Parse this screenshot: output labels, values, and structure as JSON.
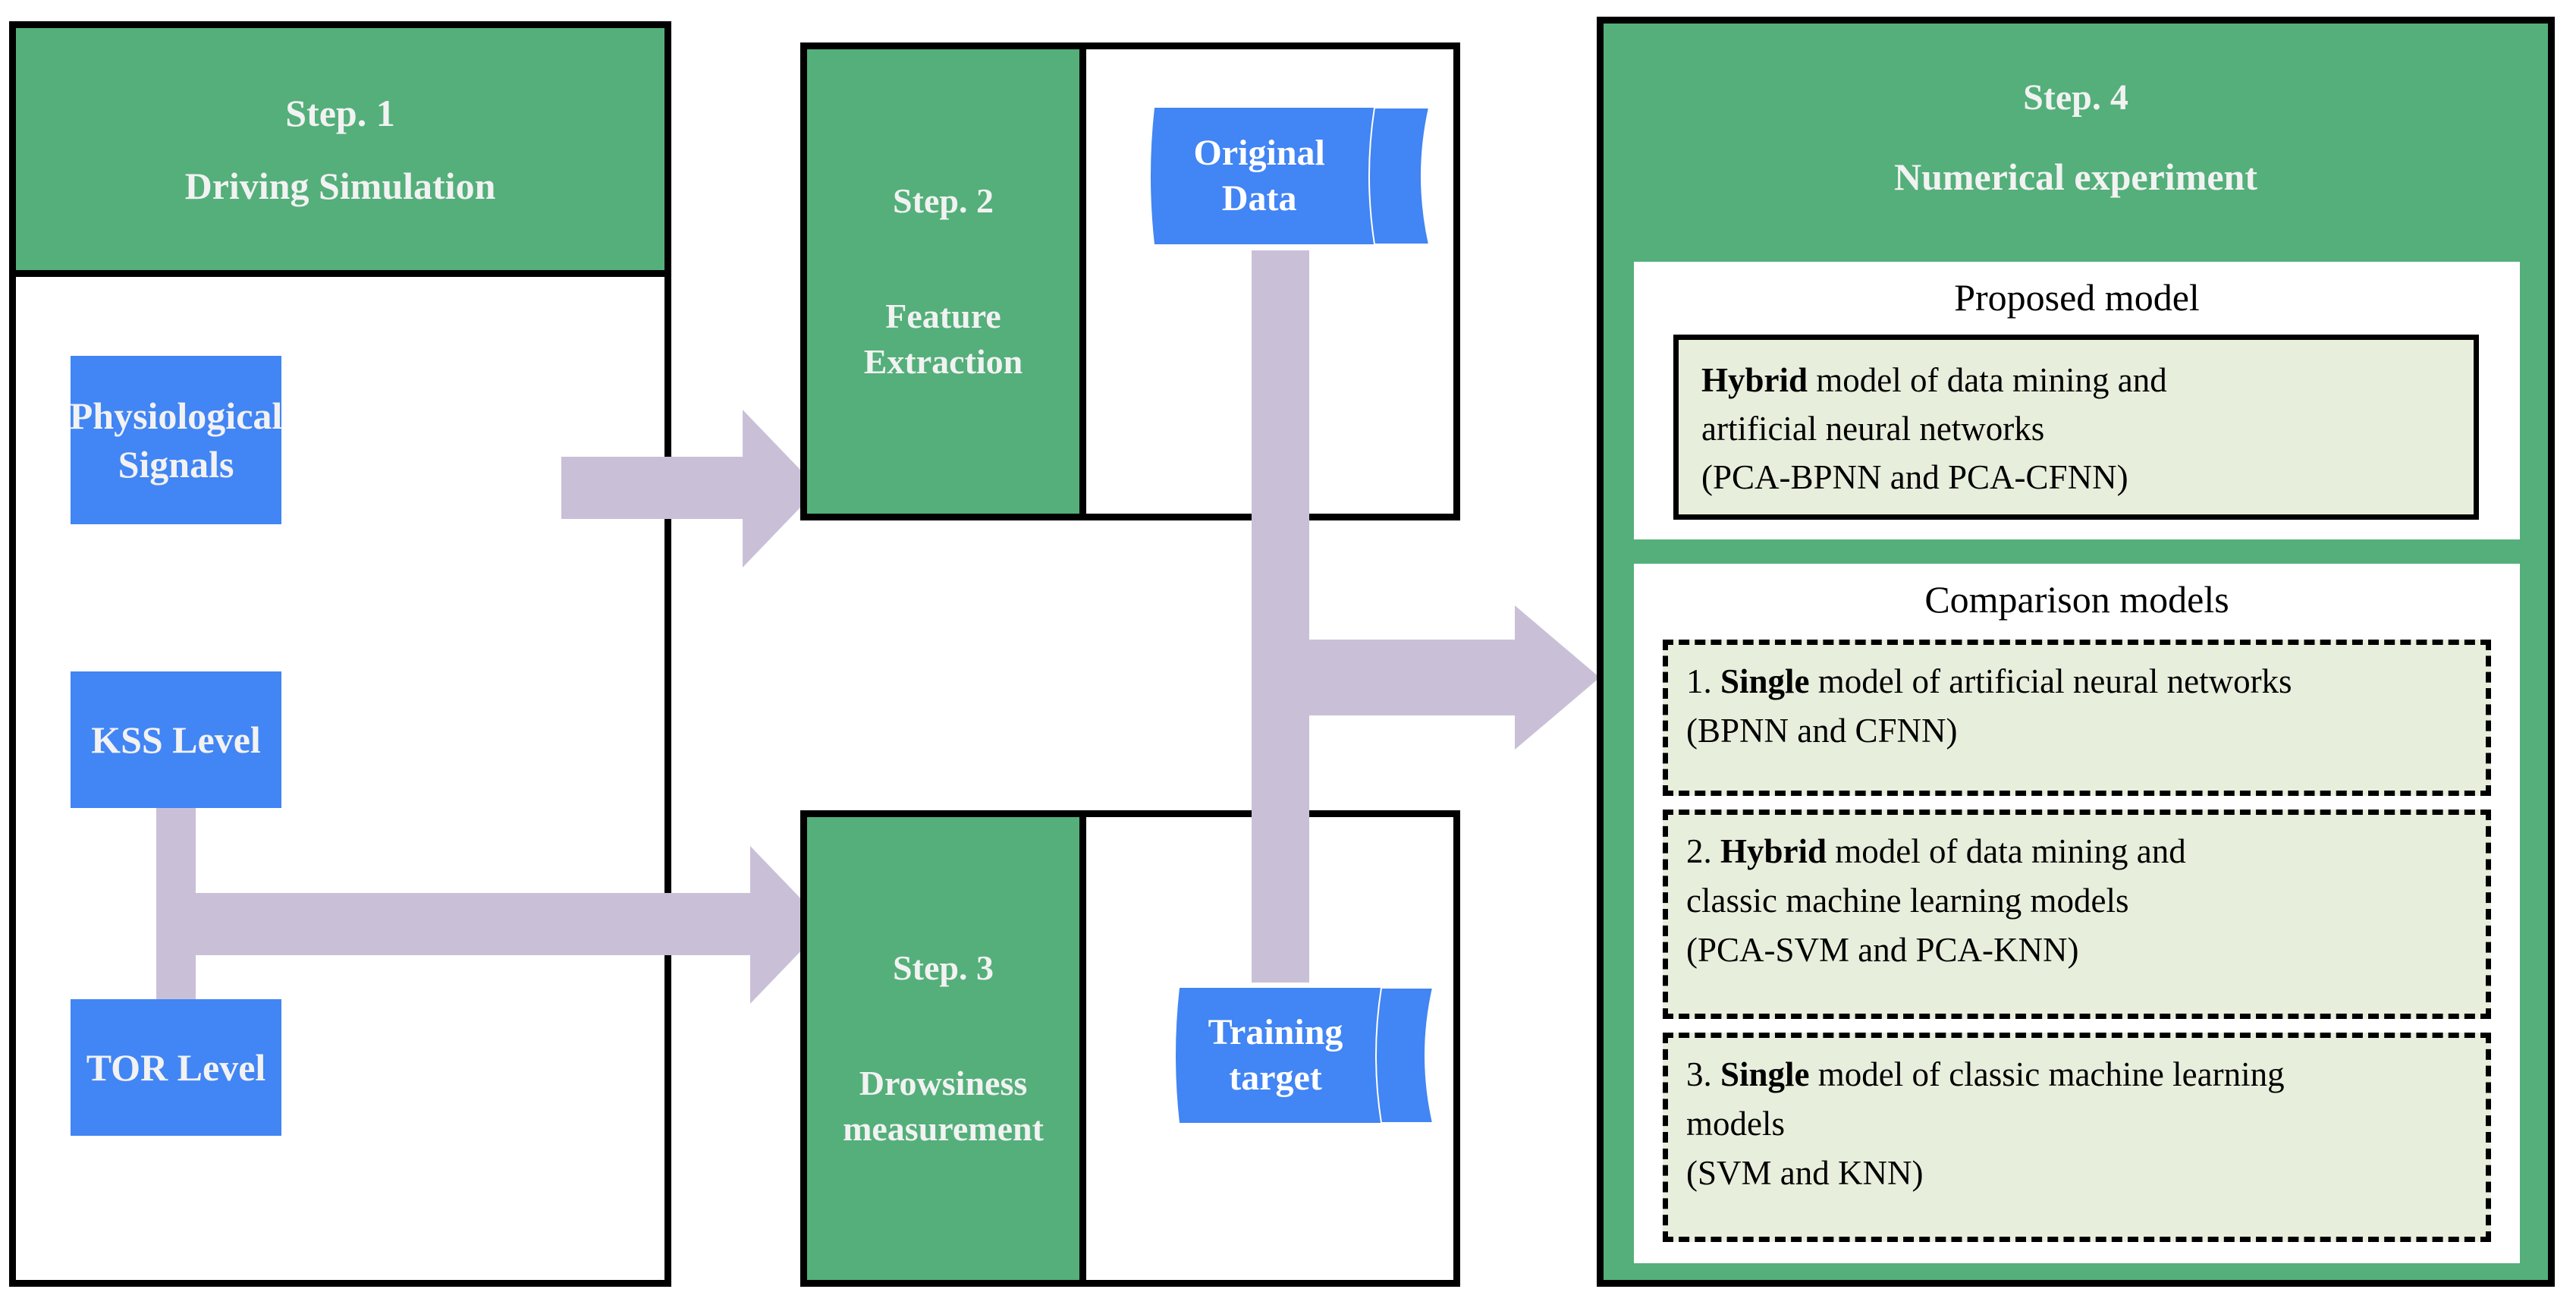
{
  "steps": {
    "step1": {
      "label": "Step. 1",
      "title": "Driving Simulation",
      "boxes": [
        {
          "name": "physiological-signals",
          "line1": "Physiological",
          "line2": "Signals"
        },
        {
          "name": "kss-level",
          "line1": "KSS  Level",
          "line2": ""
        },
        {
          "name": "tor-level",
          "line1": "TOR  Level",
          "line2": ""
        }
      ]
    },
    "step2": {
      "label": "Step. 2",
      "title_line1": "Feature",
      "title_line2": "Extraction",
      "cylinder": {
        "line1": "Original",
        "line2": "Data"
      }
    },
    "step3": {
      "label": "Step. 3",
      "title_line1": "Drowsiness",
      "title_line2": "measurement",
      "cylinder": {
        "line1": "Training",
        "line2": "target"
      }
    },
    "step4": {
      "label": "Step. 4",
      "title": "Numerical experiment",
      "proposed": {
        "panel_title": "Proposed model",
        "box": {
          "emphasis": "Hybrid",
          "text_after_emphasis": " model of data mining and",
          "line2": "artificial neural networks",
          "line3": "(PCA-BPNN and PCA-CFNN)"
        }
      },
      "comparison": {
        "panel_title": "Comparison models",
        "items": [
          {
            "number": "1. ",
            "emphasis": "Single",
            "text_after_emphasis": " model of artificial neural networks",
            "line2": "(BPNN and CFNN)",
            "line3": ""
          },
          {
            "number": "2. ",
            "emphasis": "Hybrid",
            "text_after_emphasis": " model of data mining  and",
            "line2": "classic machine learning models",
            "line3": "(PCA-SVM and PCA-KNN)"
          },
          {
            "number": "3. ",
            "emphasis": "Single",
            "text_after_emphasis": " model of classic machine learning",
            "line2": "models",
            "line3": "(SVM and KNN)"
          }
        ]
      }
    }
  },
  "connectors": {
    "arrow_step1_to_step2": "arrow-right",
    "arrow_step1_to_step3": "arrow-right",
    "arrow_mid_to_step4": "arrow-right",
    "kss_tor_link": "vertical-connector",
    "data_pipe": "vertical-connector"
  },
  "colors": {
    "green": "#54AF7A",
    "blue": "#4285F4",
    "lavender": "#C9C0D8",
    "light_green_fill": "#E8EEDC",
    "outline": "#000000",
    "label_text": "#F2F2F2"
  }
}
